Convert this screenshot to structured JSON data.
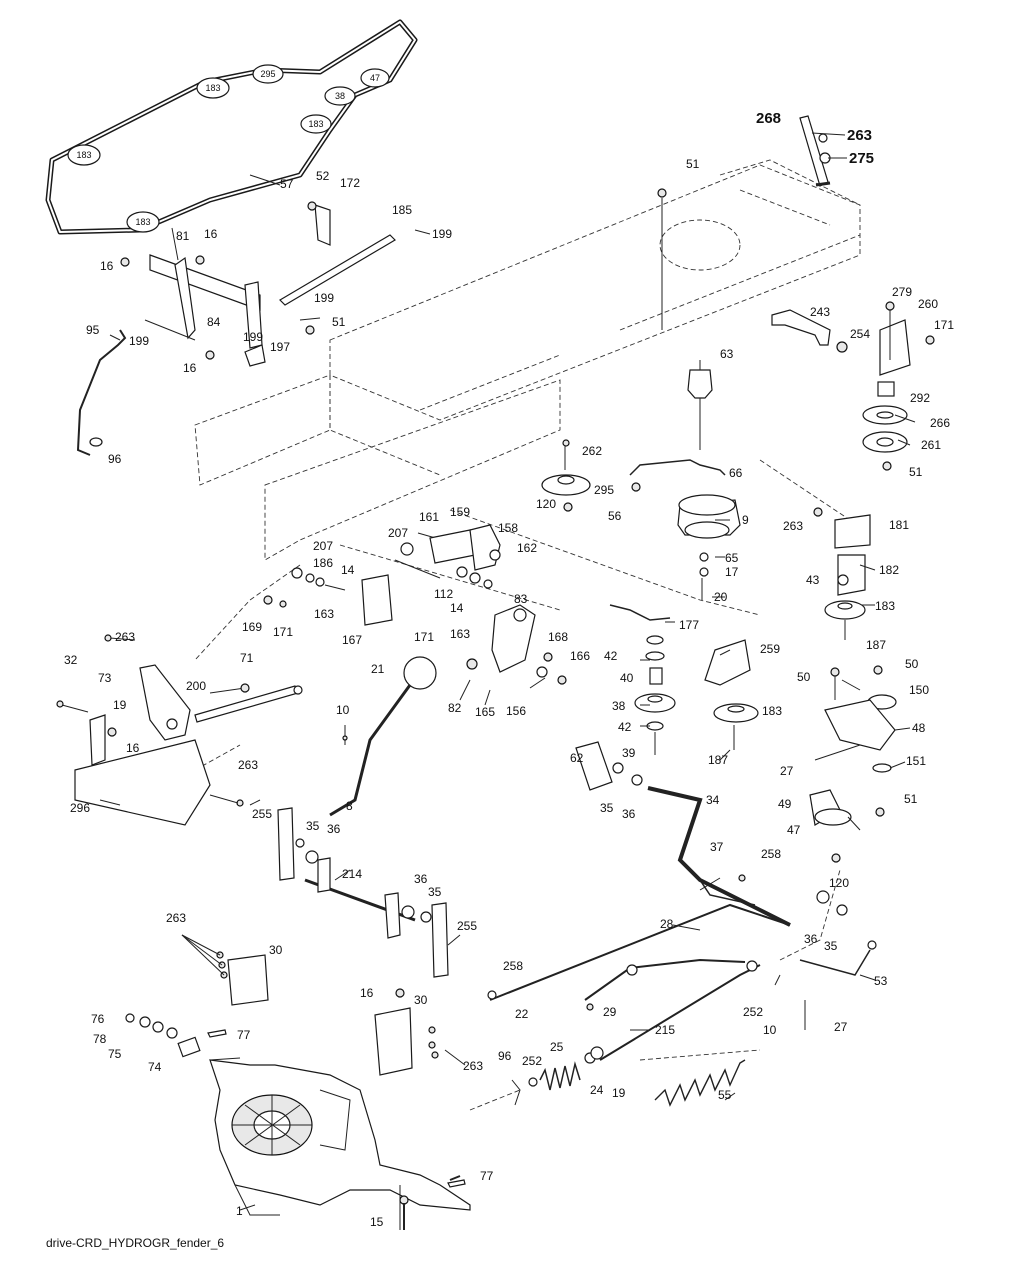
{
  "diagram": {
    "caption": "drive-CRD_HYDROGR_fender_6",
    "belt_pulley_labels": [
      "183",
      "295",
      "47",
      "38",
      "183",
      "183",
      "183"
    ],
    "part_numbers": {
      "p57": "57",
      "p16a": "16",
      "p16b": "16",
      "p81": "81",
      "p52": "52",
      "p172": "172",
      "p185": "185",
      "p199a": "199",
      "p199b": "199",
      "p199c": "199",
      "p199d": "199",
      "p84": "84",
      "p51a": "51",
      "p197": "197",
      "p16c": "16",
      "p95": "95",
      "p96a": "96",
      "p268": "268",
      "p263a": "263",
      "p275": "275",
      "p51b": "51",
      "p243": "243",
      "p254": "254",
      "p279": "279",
      "p260": "260",
      "p171a": "171",
      "p63": "63",
      "p292": "292",
      "p266": "266",
      "p261": "261",
      "p51c": "51",
      "p262": "262",
      "p66": "66",
      "p295": "295",
      "p120a": "120",
      "p56": "56",
      "p9": "9",
      "p263b": "263",
      "p181": "181",
      "p65": "65",
      "p17": "17",
      "p182": "182",
      "p43": "43",
      "p20": "20",
      "p183a": "183",
      "p187a": "187",
      "p207a": "207",
      "p161": "161",
      "p159": "159",
      "p158": "158",
      "p162": "162",
      "p207b": "207",
      "p186": "186",
      "p14a": "14",
      "p163a": "163",
      "p112": "112",
      "p14b": "14",
      "p83": "83",
      "p171b": "171",
      "p169": "169",
      "p171c": "171",
      "p167": "167",
      "p163b": "163",
      "p177": "177",
      "p42a": "42",
      "p168": "168",
      "p166": "166",
      "p259": "259",
      "p40": "40",
      "p263c": "263",
      "p32": "32",
      "p73": "73",
      "p71": "71",
      "p21": "21",
      "p82": "82",
      "p165": "165",
      "p156": "156",
      "p50a": "50",
      "p50b": "50",
      "p150": "150",
      "p200": "200",
      "p19a": "19",
      "p16d": "16",
      "p10a": "10",
      "p38": "38",
      "p183b": "183",
      "p48": "48",
      "p42b": "42",
      "p27a": "27",
      "p151": "151",
      "p39": "39",
      "p187b": "187",
      "p263d": "263",
      "p62": "62",
      "p35a": "35",
      "p36a": "36",
      "p34": "34",
      "p51d": "51",
      "p8": "8",
      "p49": "49",
      "p296": "296",
      "p255a": "255",
      "p35b": "35",
      "p36b": "36",
      "p47": "47",
      "p37": "37",
      "p258a": "258",
      "p120b": "120",
      "p214": "214",
      "p36c": "36",
      "p35c": "35",
      "p28": "28",
      "p36d": "36",
      "p35d": "35",
      "p263e": "263",
      "p30a": "30",
      "p255b": "255",
      "p258b": "258",
      "p53": "53",
      "p22": "22",
      "p29": "29",
      "p252a": "252",
      "p10b": "10",
      "p16e": "16",
      "p30b": "30",
      "p215": "215",
      "p27b": "27",
      "p76": "76",
      "p77a": "77",
      "p78": "78",
      "p75": "75",
      "p74": "74",
      "p263f": "263",
      "p25": "25",
      "p96b": "96",
      "p252b": "252",
      "p24": "24",
      "p19b": "19",
      "p55": "55",
      "p77b": "77",
      "p1": "1",
      "p15": "15"
    }
  }
}
